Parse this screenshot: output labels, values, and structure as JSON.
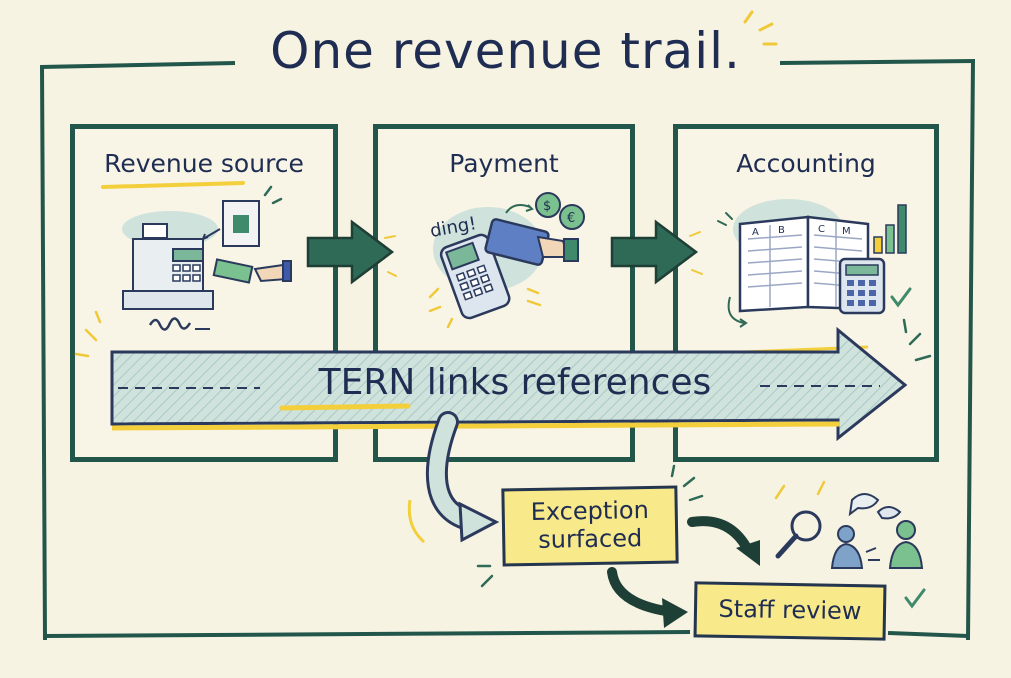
{
  "title": "One revenue trail.",
  "panels": [
    {
      "label": "Revenue source"
    },
    {
      "label": "Payment",
      "sound": "ding!"
    },
    {
      "label": "Accounting"
    }
  ],
  "flow_label": "TERN links references",
  "outcomes": {
    "exception": "Exception surfaced",
    "review": "Staff review"
  },
  "colors": {
    "background": "#f7f3e3",
    "frame": "#22564a",
    "ink": "#1f2d52",
    "highlight": "#f6d94a",
    "arrow_fill": "#cfe2dc",
    "note_fill": "#f8e98a"
  }
}
